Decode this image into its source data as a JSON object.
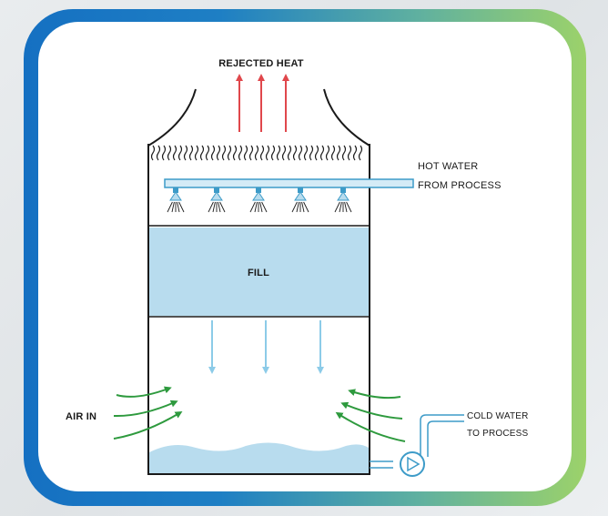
{
  "labels": {
    "rejected_heat": "REJECTED HEAT",
    "hot_water_line1": "HOT WATER",
    "hot_water_line2": "FROM PROCESS",
    "fill": "FILL",
    "air_in": "AIR IN",
    "cold_water_line1": "COLD WATER",
    "cold_water_line2": "TO PROCESS"
  },
  "colors": {
    "frame_left": "#1570c2",
    "frame_right": "#9cd26a",
    "water_fill": "#b8dcee",
    "water_outline": "#3d9bc8",
    "heat_arrow": "#e0474c",
    "air_arrow": "#2e9a3e",
    "drip_arrow": "#8ccbe8",
    "outline": "#1a1a1a"
  }
}
